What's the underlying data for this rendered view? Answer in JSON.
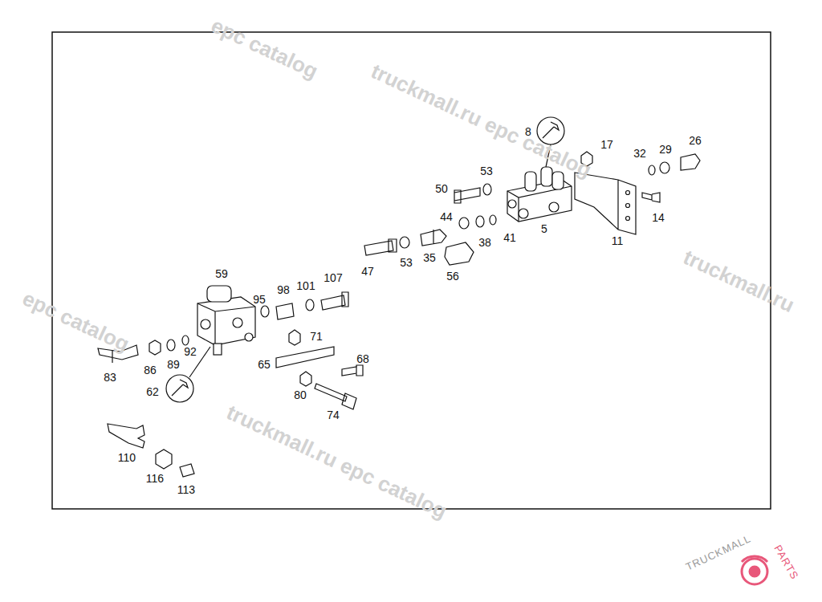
{
  "diagram": {
    "labels": [
      "8",
      "53",
      "50",
      "17",
      "32",
      "29",
      "26",
      "44",
      "38",
      "41",
      "5",
      "11",
      "14",
      "47",
      "53",
      "35",
      "56",
      "59",
      "95",
      "98",
      "101",
      "107",
      "71",
      "68",
      "65",
      "80",
      "74",
      "83",
      "86",
      "89",
      "92",
      "62",
      "110",
      "116",
      "113",
      "epc catalog",
      "truckmall.ru epc catalog",
      "truckmall.ru",
      "epc catalog",
      "truckmall.ru epc catalog",
      "TRUCKMALL",
      "PARTS"
    ]
  }
}
